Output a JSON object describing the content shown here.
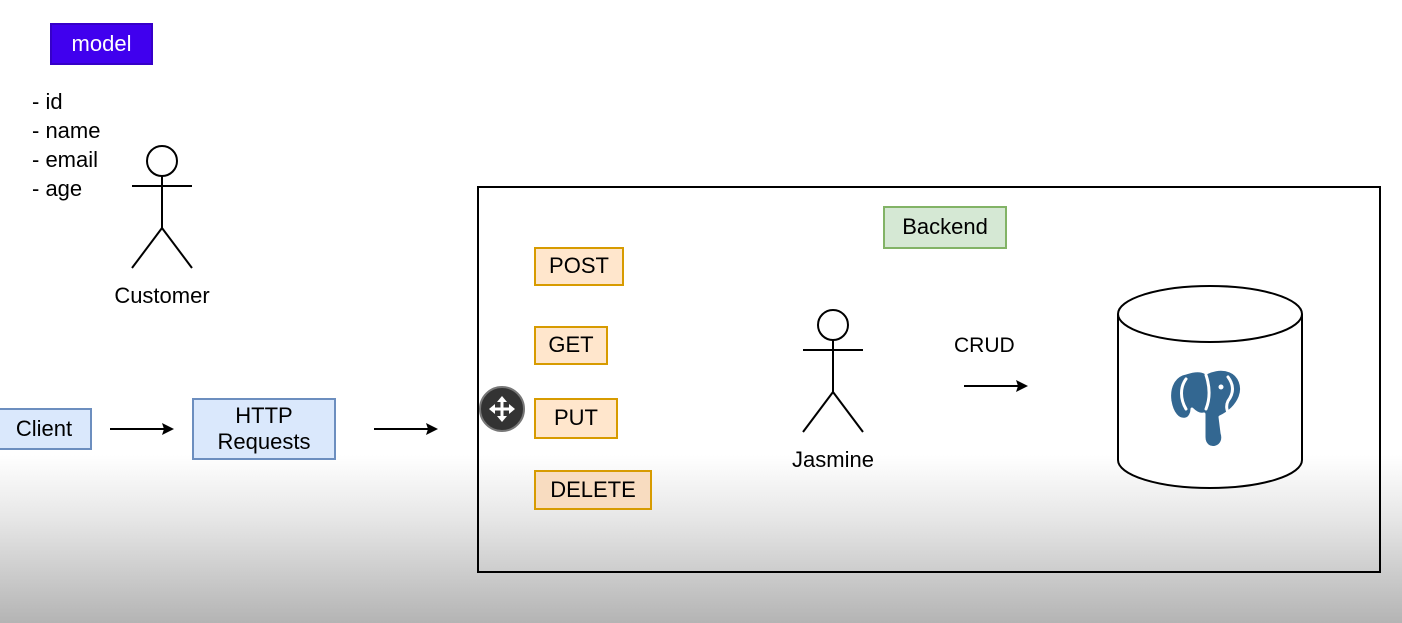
{
  "model": {
    "tag": "model",
    "fields": [
      "- id",
      "- name",
      "- email",
      "- age"
    ]
  },
  "customer": {
    "label": "Customer"
  },
  "client": {
    "label": "Client"
  },
  "http": {
    "label_line1": "HTTP",
    "label_line2": "Requests"
  },
  "backend": {
    "title": "Backend",
    "methods": [
      "POST",
      "GET",
      "PUT",
      "DELETE"
    ],
    "actor_label": "Jasmine",
    "crud_label": "CRUD",
    "database_icon": "postgresql-elephant-icon"
  },
  "colors": {
    "model_tag": "#4000ee",
    "request_box_fill": "#dae8fc",
    "method_fill": "#ffe6cc",
    "backend_tag_fill": "#d5e8d4",
    "db_logo": "#336791"
  }
}
